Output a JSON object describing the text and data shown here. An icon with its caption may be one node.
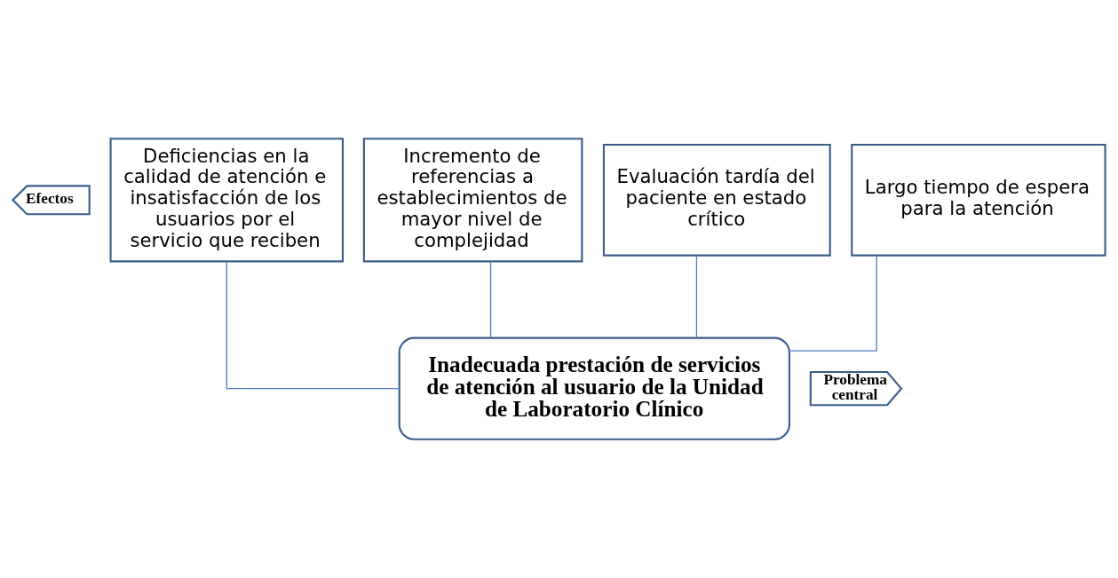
{
  "diagram": {
    "nodes": [
      {
        "text": [
          "Efectos"
        ]
      },
      {
        "text": [
          "Deficiencias en la calidad de atención e insatisfacción de los usuarios por el servicio que reciben"
        ]
      },
      {
        "text": [
          "Incremento de referencias a establecimientos de mayor nivel de complejidad"
        ]
      },
      {
        "text": [
          "Evaluación tardía del paciente en estado crítico"
        ]
      },
      {
        "text": [
          "Largo tiempo de espera para la atención"
        ]
      },
      {
        "text": [
          "Problema central"
        ]
      },
      {
        "text": [
          "Inadecuada prestación de servicios de atención al usuario de la Unidad de Laboratorio Clínico"
        ]
      }
    ],
    "edges": [
      {
        "from": 6,
        "to": 1,
        "arrow": "none"
      },
      {
        "from": 6,
        "to": 2,
        "arrow": "none"
      },
      {
        "from": 6,
        "to": 3,
        "arrow": "none"
      },
      {
        "from": 6,
        "to": 4,
        "arrow": "none"
      }
    ]
  }
}
